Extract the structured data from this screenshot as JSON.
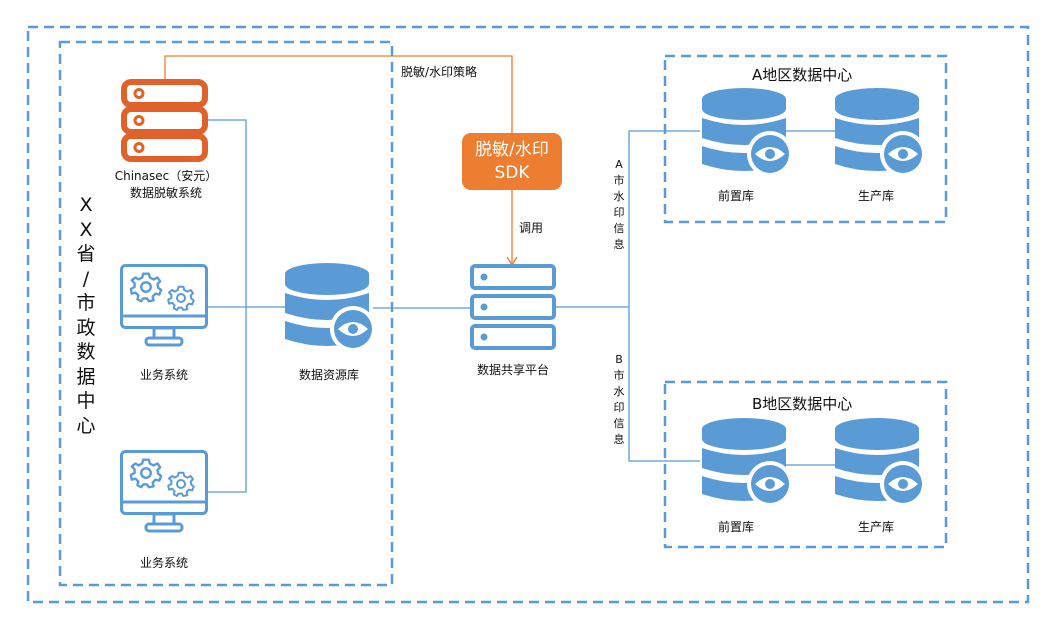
{
  "colors": {
    "blue": "#5B9BD5",
    "orange": "#ED7D31",
    "orange_dark": "#E0622A",
    "text": "#111111"
  },
  "zones": {
    "outer": {
      "label": ""
    },
    "province": {
      "label_chars": [
        "X",
        "X",
        "省",
        "/",
        "市",
        "政",
        "数",
        "据",
        "中",
        "心"
      ]
    },
    "region_a": {
      "title": "A地区数据中心"
    },
    "region_b": {
      "title": "B地区数据中心"
    }
  },
  "nodes": {
    "desensitize_system": {
      "line1": "Chinasec（安元）",
      "line2": "数据脱敏系统",
      "icon": "server-icon"
    },
    "business_system_1": {
      "label": "业务系统",
      "icon": "monitor-gears-icon"
    },
    "business_system_2": {
      "label": "业务系统",
      "icon": "monitor-gears-icon"
    },
    "data_resource_db": {
      "label": "数据资源库",
      "icon": "database-eye-icon"
    },
    "sdk": {
      "line1": "脱敏/水印",
      "line2": "SDK"
    },
    "sharing_platform": {
      "label": "数据共享平台",
      "icon": "server-icon"
    },
    "a_front_db": {
      "label": "前置库",
      "icon": "database-eye-icon"
    },
    "a_prod_db": {
      "label": "生产库",
      "icon": "database-eye-icon"
    },
    "b_front_db": {
      "label": "前置库",
      "icon": "database-eye-icon"
    },
    "b_prod_db": {
      "label": "生产库",
      "icon": "database-eye-icon"
    }
  },
  "edges": {
    "policy": {
      "label": "脱敏/水印策略"
    },
    "invoke": {
      "label": "调用"
    },
    "a_watermark": {
      "label_chars": [
        "A",
        "市",
        "水",
        "印",
        "信",
        "息"
      ]
    },
    "b_watermark": {
      "label_chars": [
        "B",
        "市",
        "水",
        "印",
        "信",
        "息"
      ]
    }
  }
}
